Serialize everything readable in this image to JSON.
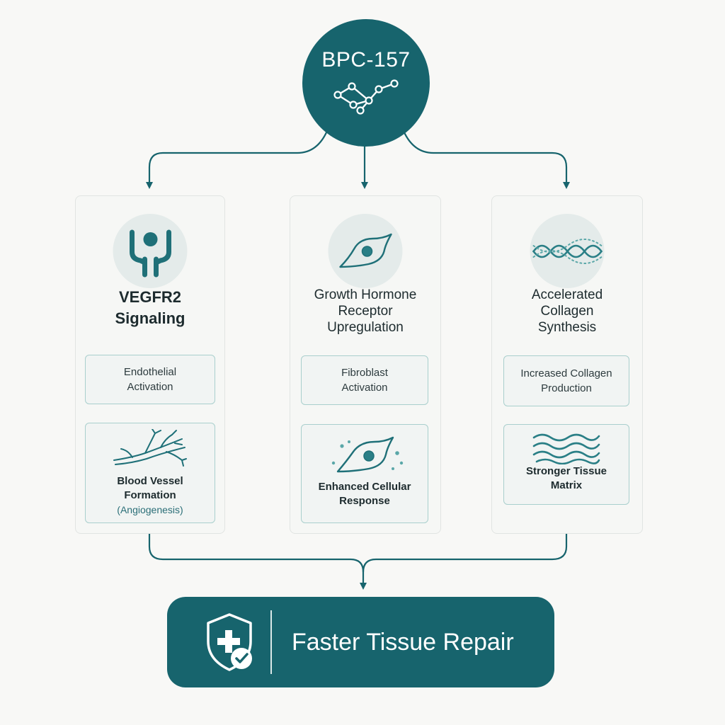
{
  "colors": {
    "primary": "#17646d",
    "accent": "#2a7f86",
    "background": "#f8f8f6",
    "box_border": "#a9cfcd",
    "icon_bg": "#e4ebea"
  },
  "top_node": {
    "title": "BPC-157",
    "icon": "molecule-icon"
  },
  "pathways": [
    {
      "icon": "receptor-icon",
      "title_lines": [
        "VEGFR2",
        "Signaling"
      ],
      "step_lines": [
        "Endothelial",
        "Activation"
      ],
      "result_icon": "blood-vessel-icon",
      "result_lines": [
        "Blood Vessel",
        "Formation"
      ],
      "result_sub": "(Angiogenesis)"
    },
    {
      "icon": "fibroblast-cell-icon",
      "title_lines": [
        "Growth Hormone",
        "Receptor",
        "Upregulation"
      ],
      "step_lines": [
        "Fibroblast",
        "Activation"
      ],
      "result_icon": "active-cell-icon",
      "result_lines": [
        "Enhanced Cellular",
        "Response"
      ]
    },
    {
      "icon": "collagen-strand-icon",
      "title_lines": [
        "Accelerated",
        "Collagen",
        "Synthesis"
      ],
      "step_lines": [
        "Increased Collagen",
        "Production"
      ],
      "result_icon": "tissue-matrix-icon",
      "result_lines": [
        "Stronger Tissue",
        "Matrix"
      ]
    }
  ],
  "outcome": {
    "label": "Faster Tissue Repair",
    "icon": "shield-check-icon"
  }
}
